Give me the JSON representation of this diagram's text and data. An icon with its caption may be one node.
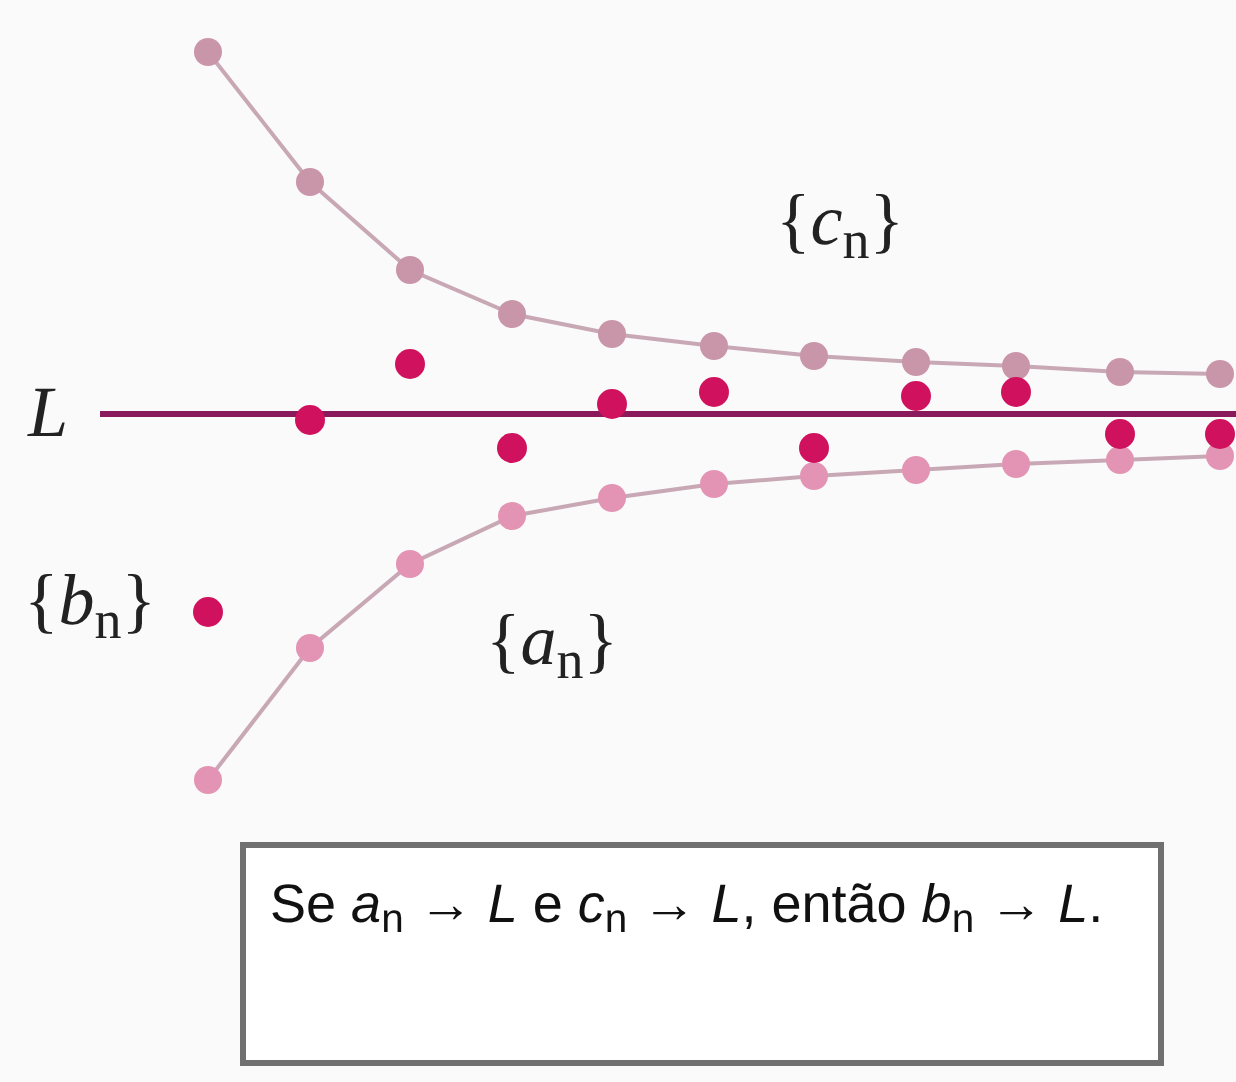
{
  "diagram": {
    "nodes": [
      {
        "text": [
          "Se *a*$_{n}$ → *L* e *c*$_{n}$ → *L*, então *b*$_{n}$ → *L*."
        ]
      }
    ],
    "labels": [
      "{*c*$_{n}$}",
      "*L*",
      "{*b*$_{n}$}",
      "{*a*$_{n}$}"
    ]
  }
}
